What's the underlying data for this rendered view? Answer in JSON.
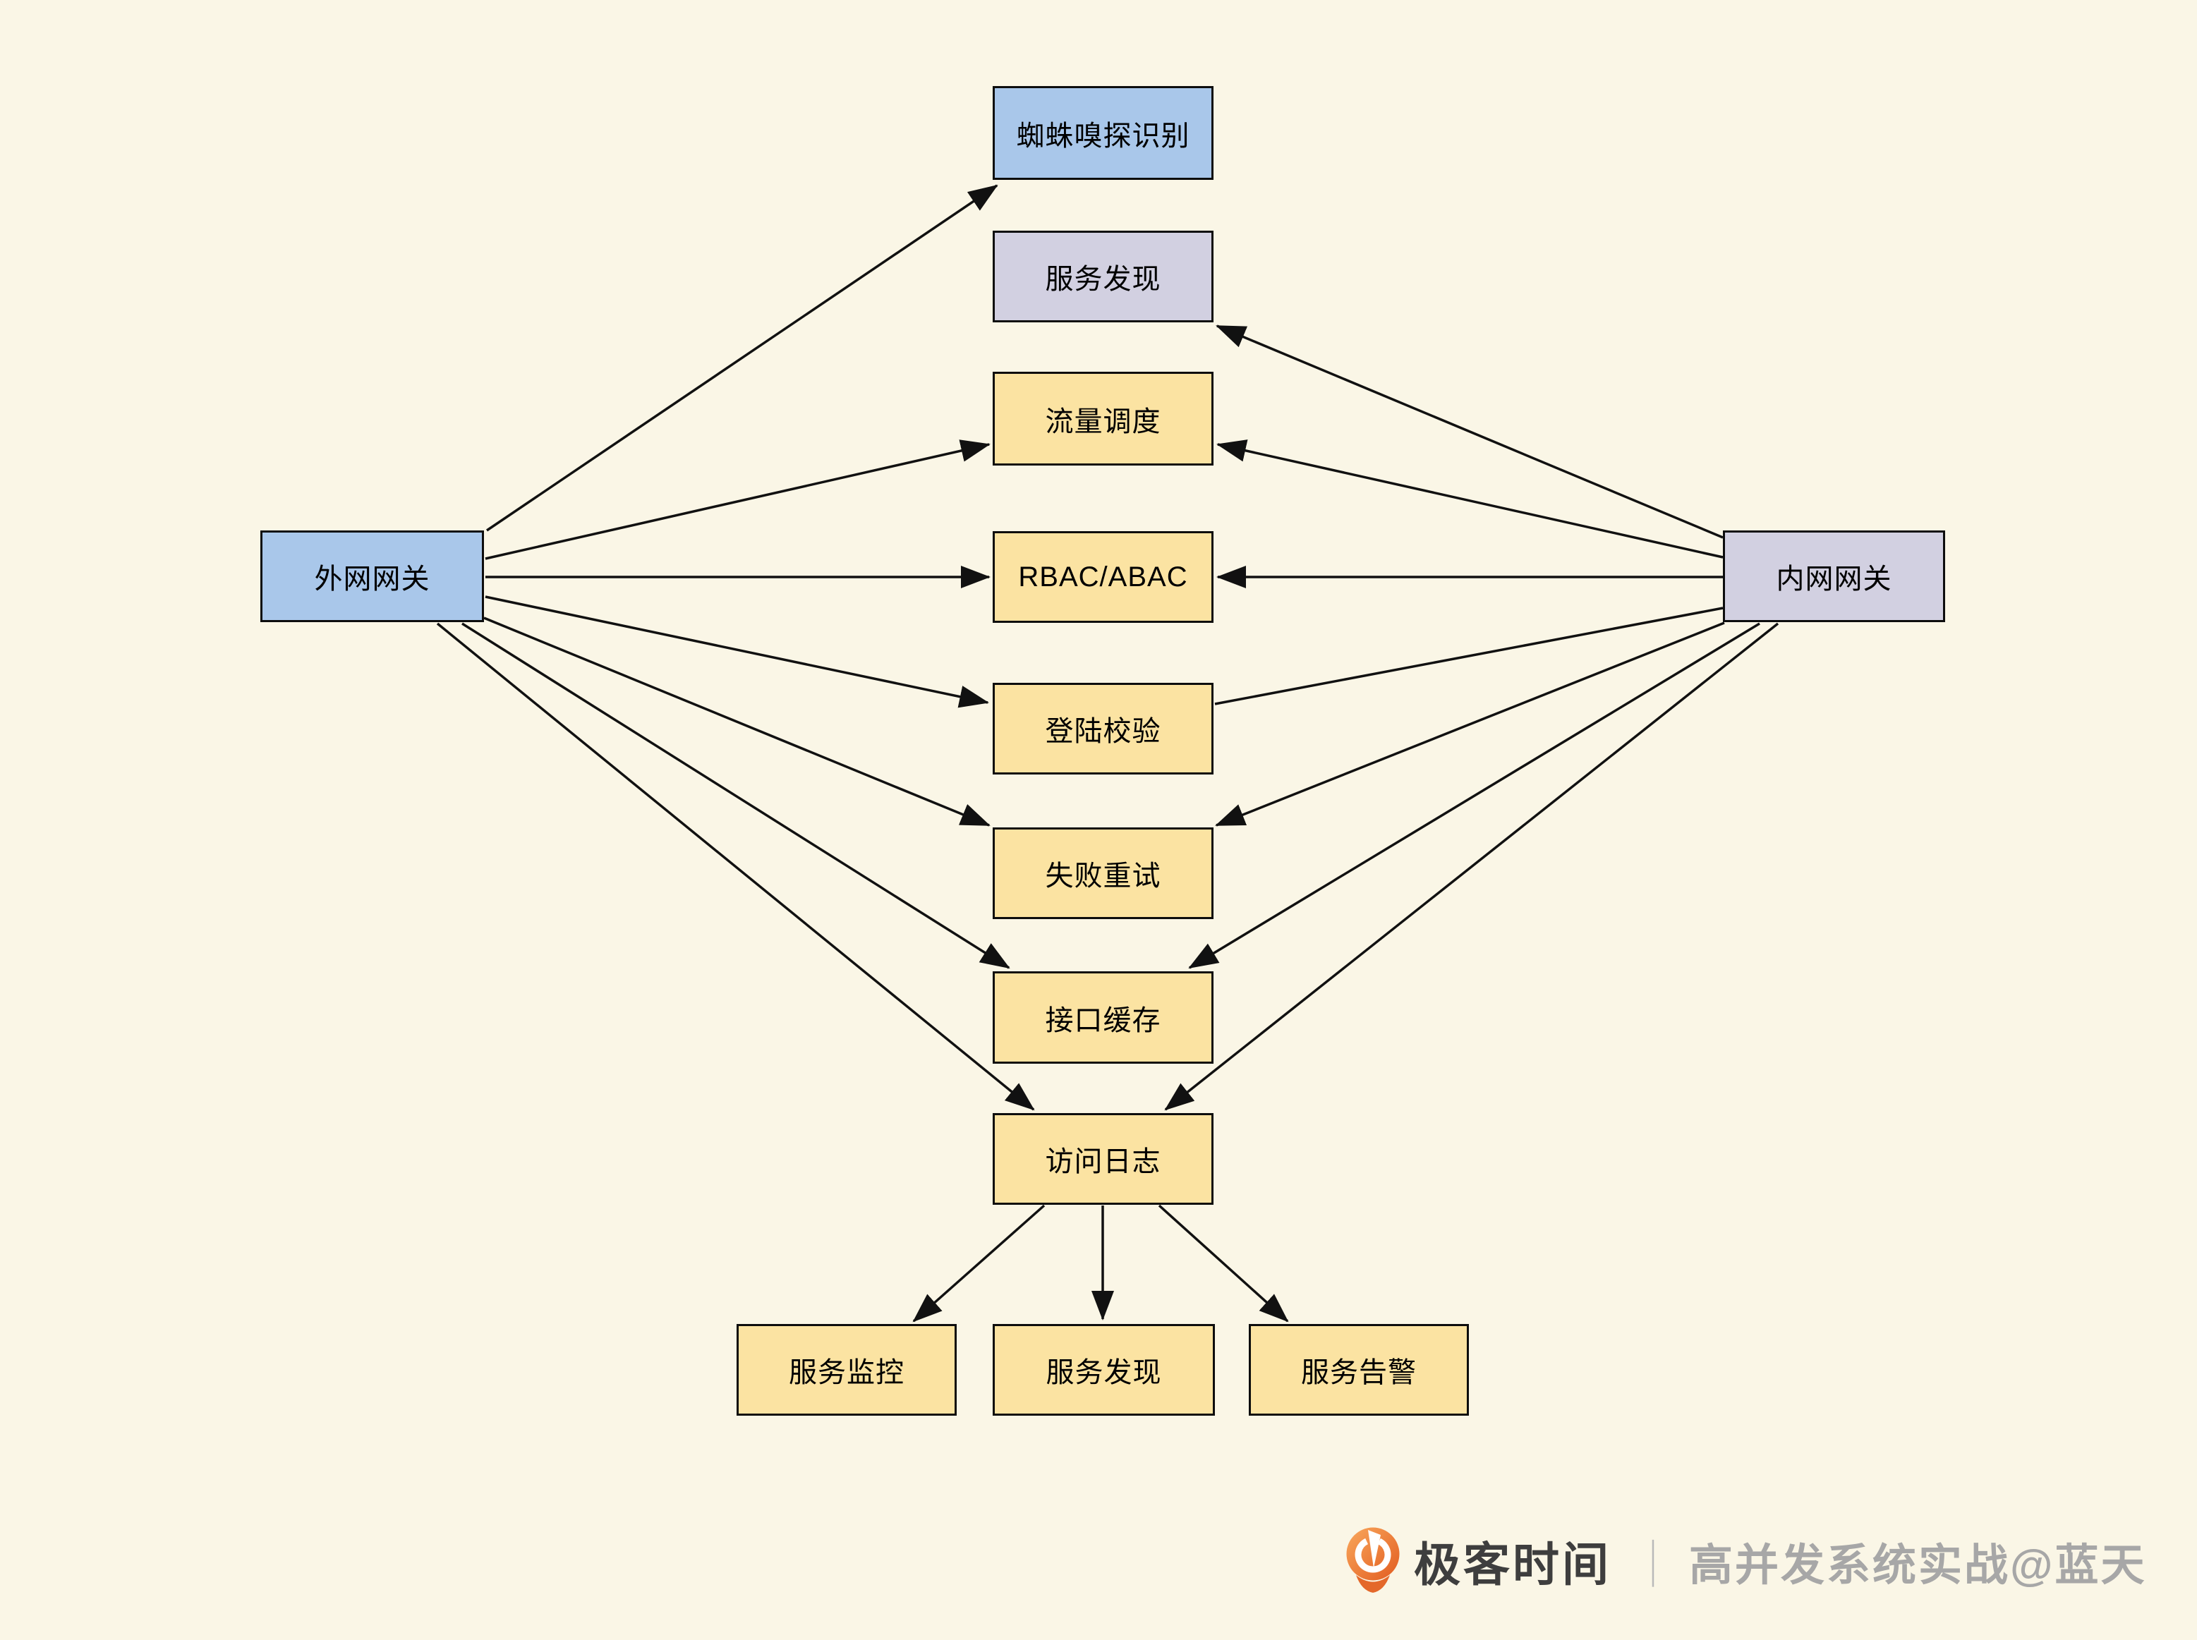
{
  "diagram": {
    "title_hint": "gateway-feature-flow",
    "colors": {
      "background": "#FAF6E6",
      "node_blue": "#A9C7EA",
      "node_lavender": "#D2D0E1",
      "node_yellow": "#FBE3A2",
      "node_border": "#0D0D0D",
      "arrow": "#111111"
    },
    "nodes": [
      {
        "id": "spider_detect",
        "label": "蜘蛛嗅探识别",
        "type": "blue"
      },
      {
        "id": "service_discovery_top",
        "label": "服务发现",
        "type": "lavender"
      },
      {
        "id": "traffic_scheduling",
        "label": "流量调度",
        "type": "yellow"
      },
      {
        "id": "rbac_abac",
        "label": "RBAC/ABAC",
        "type": "yellow"
      },
      {
        "id": "login_check",
        "label": "登陆校验",
        "type": "yellow"
      },
      {
        "id": "fail_retry",
        "label": "失败重试",
        "type": "yellow"
      },
      {
        "id": "api_cache",
        "label": "接口缓存",
        "type": "yellow"
      },
      {
        "id": "access_log",
        "label": "访问日志",
        "type": "yellow"
      },
      {
        "id": "service_monitor",
        "label": "服务监控",
        "type": "yellow"
      },
      {
        "id": "service_discovery_bottom",
        "label": "服务发现",
        "type": "yellow"
      },
      {
        "id": "service_alert",
        "label": "服务告警",
        "type": "yellow"
      },
      {
        "id": "external_gateway",
        "label": "外网网关",
        "type": "blue"
      },
      {
        "id": "internal_gateway",
        "label": "内网网关",
        "type": "lavender"
      }
    ],
    "edges": [
      "external_gateway→spider_detect",
      "external_gateway→traffic_scheduling",
      "external_gateway→rbac_abac",
      "external_gateway→login_check",
      "external_gateway→fail_retry",
      "external_gateway→api_cache",
      "external_gateway→access_log",
      "internal_gateway→service_discovery_top",
      "internal_gateway→traffic_scheduling",
      "internal_gateway→rbac_abac",
      "internal_gateway—login_check",
      "internal_gateway→fail_retry",
      "internal_gateway→api_cache",
      "internal_gateway→access_log",
      "access_log→service_monitor",
      "access_log→service_discovery_bottom",
      "access_log→service_alert"
    ]
  },
  "footer": {
    "logo_icon": "geektime-logo",
    "logo_color": "#ED7B2F",
    "brand": "极客时间",
    "separator": "｜",
    "course": "高并发系统实战@蓝天",
    "brand_color": "#3E3E3E",
    "course_color": "#A7A7A7"
  }
}
